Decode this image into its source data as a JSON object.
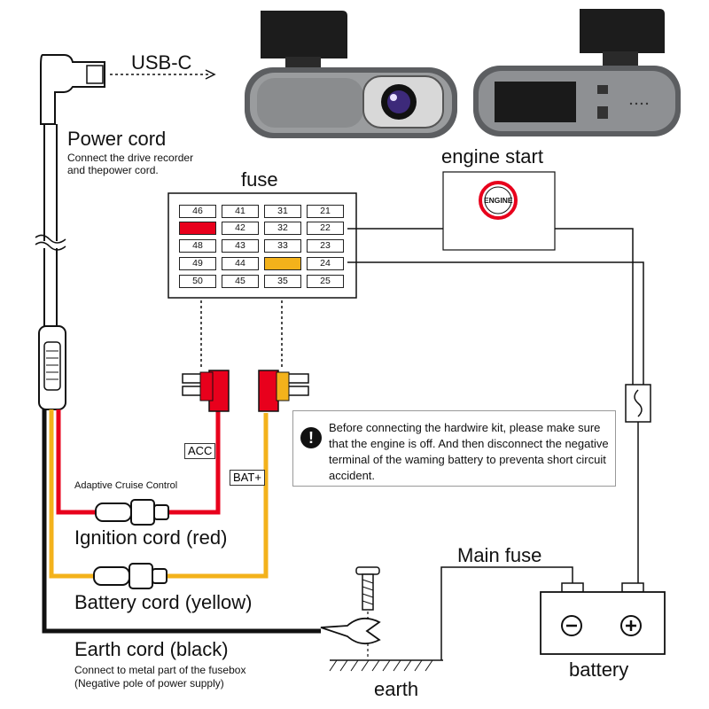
{
  "connector": {
    "label": "USB-C"
  },
  "power_cord": {
    "title": "Power cord",
    "desc_line1": "Connect the drive recorder",
    "desc_line2": "and thepower cord."
  },
  "fuse_box": {
    "title": "fuse",
    "cells": [
      [
        "46",
        "41",
        "31",
        "21"
      ],
      [
        "",
        "42",
        "32",
        "22"
      ],
      [
        "48",
        "43",
        "33",
        "23"
      ],
      [
        "49",
        "44",
        "",
        "24"
      ],
      [
        "50",
        "45",
        "35",
        "25"
      ]
    ]
  },
  "engine_start": {
    "title": "engine start",
    "button_label": "ENGINE"
  },
  "tags": {
    "acc": "ACC",
    "bat": "BAT+"
  },
  "notice": {
    "text": "Before connecting the hardwire kit, please make sure that the engine is off. And then disconnect the negative terminal of the waming battery to preventa short circuit accident."
  },
  "ignition": {
    "caption": "Adaptive Cruise Control",
    "title": "Ignition cord (red)"
  },
  "battery_cord": {
    "title": "Battery cord (yellow)"
  },
  "earth_cord": {
    "title": "Earth cord (black)",
    "desc_line1": "Connect to metal part of the fusebox",
    "desc_line2": "(Negative pole of power supply)"
  },
  "main_fuse": {
    "title": "Main fuse"
  },
  "battery": {
    "title": "battery",
    "minus": "⊖",
    "plus": "⊕"
  },
  "earth": {
    "title": "earth"
  },
  "colors": {
    "red_wire": "#e8001c",
    "yellow_wire": "#f3b21b",
    "black_wire": "#111111",
    "camera_body": "#7b7d80"
  }
}
